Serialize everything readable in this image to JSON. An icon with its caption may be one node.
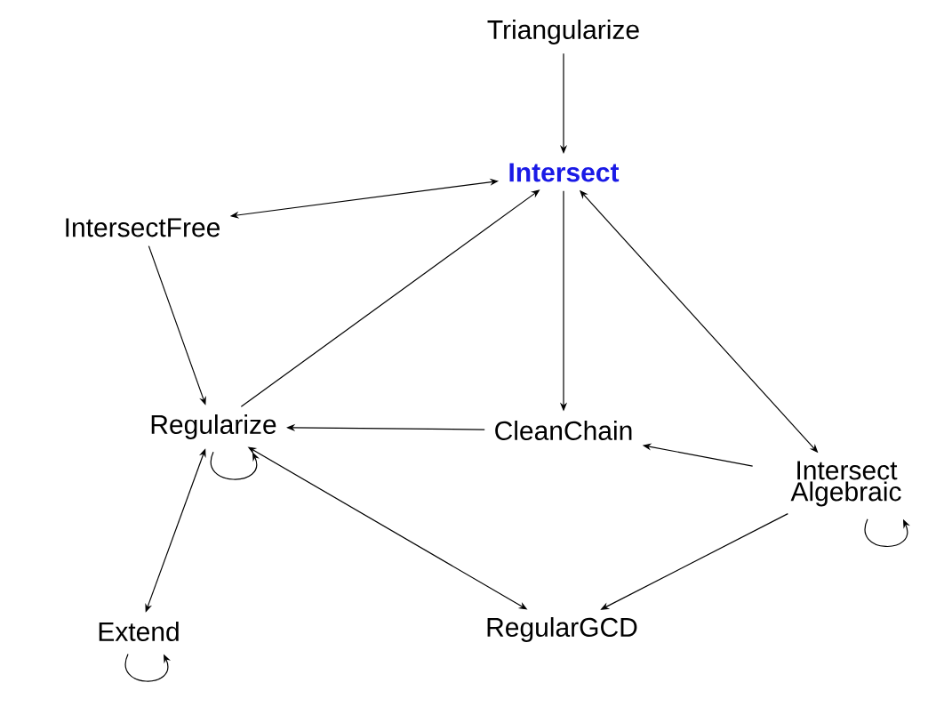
{
  "diagram": {
    "nodes": [
      {
        "text": [
          "Triangularize"
        ]
      },
      {
        "text": [
          "Intersect"
        ]
      },
      {
        "text": [
          "IntersectFree"
        ]
      },
      {
        "text": [
          "Regularize"
        ]
      },
      {
        "text": [
          "CleanChain"
        ]
      },
      {
        "text": [
          "Intersect Algebraic"
        ]
      },
      {
        "text": [
          "Extend"
        ]
      },
      {
        "text": [
          "RegularGCD"
        ]
      }
    ],
    "edges": [
      {
        "from": 0,
        "to": 1,
        "arrow": "to"
      },
      {
        "from": 2,
        "to": 1,
        "arrow": "both"
      },
      {
        "from": 3,
        "to": 1,
        "arrow": "to"
      },
      {
        "from": 1,
        "to": 4,
        "arrow": "to"
      },
      {
        "from": 1,
        "to": 5,
        "arrow": "both"
      },
      {
        "from": 2,
        "to": 3,
        "arrow": "to"
      },
      {
        "from": 4,
        "to": 3,
        "arrow": "to"
      },
      {
        "from": 3,
        "to": 3,
        "arrow": "to"
      },
      {
        "from": 3,
        "to": 6,
        "arrow": "both"
      },
      {
        "from": 3,
        "to": 7,
        "arrow": "both"
      },
      {
        "from": 5,
        "to": 4,
        "arrow": "to"
      },
      {
        "from": 5,
        "to": 7,
        "arrow": "to"
      },
      {
        "from": 5,
        "to": 5,
        "arrow": "to"
      },
      {
        "from": 6,
        "to": 6,
        "arrow": "to"
      }
    ]
  }
}
